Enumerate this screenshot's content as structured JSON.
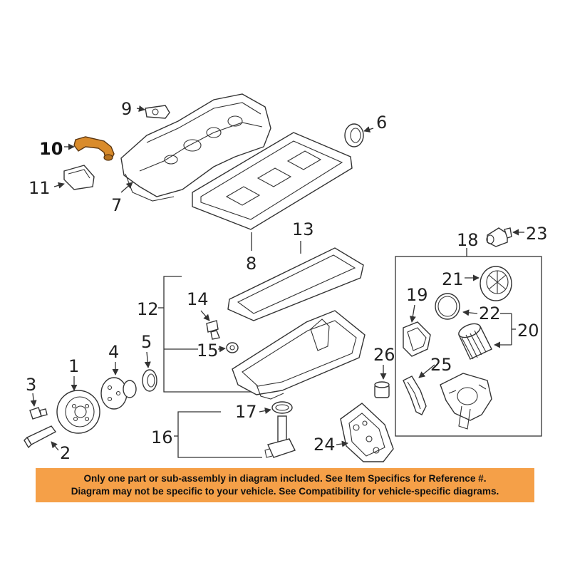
{
  "callouts": {
    "c1": "1",
    "c2": "2",
    "c3": "3",
    "c4": "4",
    "c5": "5",
    "c6": "6",
    "c7": "7",
    "c8": "8",
    "c9": "9",
    "c10": "10",
    "c11": "11",
    "c12": "12",
    "c13": "13",
    "c14": "14",
    "c15": "15",
    "c16": "16",
    "c17": "17",
    "c18": "18",
    "c19": "19",
    "c20": "20",
    "c21": "21",
    "c22": "22",
    "c23": "23",
    "c24": "24",
    "c25": "25",
    "c26": "26"
  },
  "highlight_color": "#d98b2b",
  "notice_color": "#f5a048",
  "notice": {
    "line1": "Only one part or sub-assembly in diagram included. See Item Specifics for Reference #.",
    "line2": "Diagram may not be specific to your vehicle. See Compatibility for vehicle-specific diagrams."
  }
}
